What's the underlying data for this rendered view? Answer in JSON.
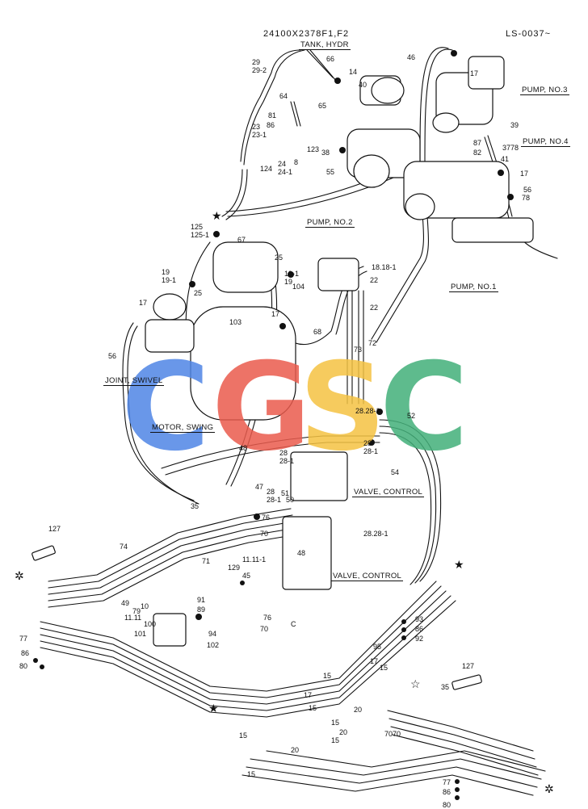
{
  "header": {
    "part_number": "24100X2378F1,F2",
    "sheet_code": "LS-0037~"
  },
  "captions": {
    "tank_hydr": "TANK, HYDR",
    "pump_no3": "PUMP, NO.3",
    "pump_no4": "PUMP, NO.4",
    "pump_no2": "PUMP, NO.2",
    "pump_no1": "PUMP, NO.1",
    "joint_swivel": "JOINT, SWIVEL",
    "motor_swing": "MOTOR, SWING",
    "valve_control_1": "VALVE, CONTROL",
    "valve_control_2": "VALVE, CONTROL"
  },
  "watermark": {
    "letters": [
      "C",
      "G",
      "S",
      "C"
    ],
    "colors": [
      "#4f86e6",
      "#ea5b4d",
      "#f5c343",
      "#43b07a"
    ]
  },
  "stars": {
    "solid": "★",
    "outline": "☆",
    "wheel": "✲"
  },
  "callouts": [
    "29",
    "29-2",
    "66",
    "14",
    "40",
    "64",
    "65",
    "81",
    "86",
    "23",
    "23-1",
    "123",
    "38",
    "124",
    "24",
    "24-1",
    "8",
    "55",
    "46",
    "17",
    "39",
    "87",
    "37",
    "82",
    "41",
    "78",
    "17",
    "56",
    "78",
    "125",
    "125-1",
    "67",
    "25",
    "19-1",
    "19",
    "104",
    "18.18-1",
    "22",
    "22",
    "19",
    "19-1",
    "25",
    "17",
    "103",
    "17",
    "68",
    "72",
    "73",
    "56",
    "28.28-1",
    "52",
    "48",
    "28",
    "28-1",
    "28",
    "28-1",
    "54",
    "47",
    "28",
    "51",
    "28-1",
    "50",
    "35",
    "76",
    "70",
    "28.28-1",
    "127",
    "74",
    "71",
    "48",
    "11.11-1",
    "45",
    "129",
    "77",
    "86",
    "80",
    "49",
    "10",
    "79",
    "11.11",
    "100",
    "91",
    "89",
    "101",
    "94",
    "102",
    "76",
    "70",
    "C",
    "93",
    "86",
    "92",
    "95",
    "17",
    "15",
    "15",
    "127",
    "35",
    "17",
    "15",
    "20",
    "15",
    "70",
    "15",
    "20",
    "15",
    "70",
    "20",
    "15",
    "77",
    "86",
    "80"
  ]
}
